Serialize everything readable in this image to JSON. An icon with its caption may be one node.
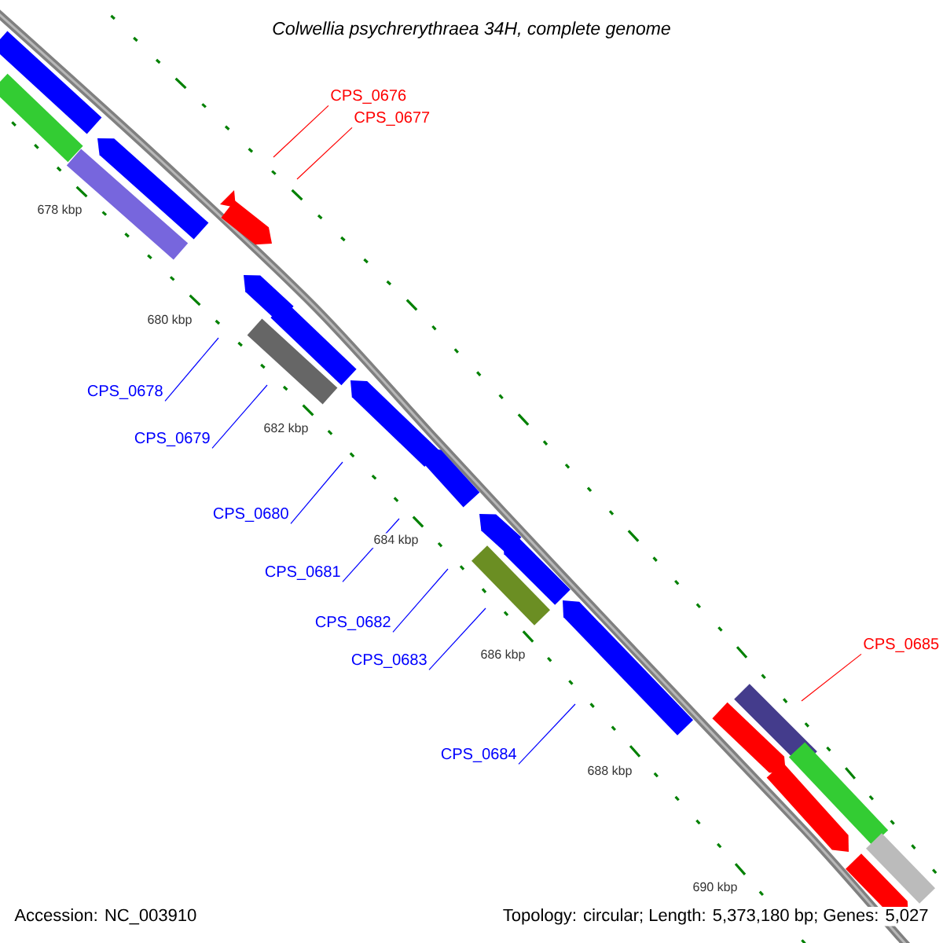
{
  "diagram": {
    "title": "Colwellia psychrerythraea 34H, complete genome",
    "nodes": [
      {
        "text": [
          "CPS_0676"
        ]
      },
      {
        "text": [
          "CPS_0677"
        ]
      },
      {
        "text": [
          "CPS_0678"
        ]
      },
      {
        "text": [
          "CPS_0679"
        ]
      },
      {
        "text": [
          "CPS_0680"
        ]
      },
      {
        "text": [
          "CPS_0681"
        ]
      },
      {
        "text": [
          "CPS_0682"
        ]
      },
      {
        "text": [
          "CPS_0683"
        ]
      },
      {
        "text": [
          "CPS_0684"
        ]
      },
      {
        "text": [
          "CPS_0685"
        ]
      }
    ],
    "edges": [
      {
        "from": 0,
        "to": null,
        "arrow": "none",
        "color": "#ff0000"
      },
      {
        "from": 1,
        "to": null,
        "arrow": "none",
        "color": "#ff0000"
      },
      {
        "from": 2,
        "to": null,
        "arrow": "none"
      },
      {
        "from": 3,
        "to": null,
        "arrow": "none"
      },
      {
        "from": 4,
        "to": null,
        "arrow": "none"
      },
      {
        "from": 5,
        "to": null,
        "arrow": "none"
      },
      {
        "from": 6,
        "to": null,
        "arrow": "none"
      },
      {
        "from": 7,
        "to": null,
        "arrow": "none"
      },
      {
        "from": 8,
        "to": null,
        "arrow": "none"
      },
      {
        "from": 9,
        "to": null,
        "arrow": "none",
        "color": "#ff0000"
      }
    ],
    "labels": [
      "678 kbp",
      "680 kbp",
      "682 kbp",
      "684 kbp",
      "686 kbp",
      "688 kbp",
      "690 kbp",
      "Accession: NC_003910",
      "Topology: circular; Length: 5,373,180 bp; Genes: 5,027"
    ]
  }
}
